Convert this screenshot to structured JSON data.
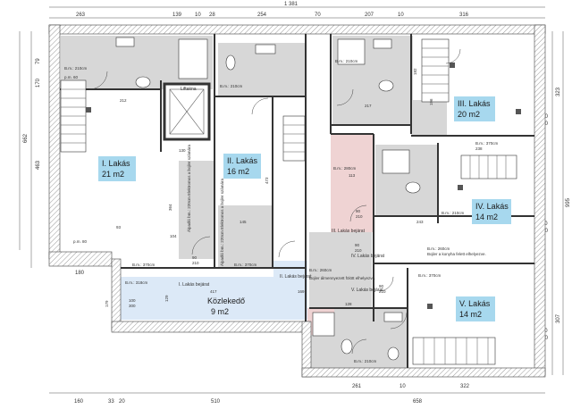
{
  "dims_top": [
    "1 381",
    "263",
    "139",
    "10",
    "28",
    "254",
    "70",
    "207",
    "10",
    "316"
  ],
  "dims_bottom": [
    "160",
    "33",
    "20",
    "510",
    "261",
    "10",
    "658",
    "322"
  ],
  "dims_left": [
    "79",
    "463",
    "662",
    "170",
    "180"
  ],
  "dims_right": [
    "323",
    "180",
    "230",
    "995",
    "110",
    "230",
    "307",
    "110",
    "230"
  ],
  "apartments": [
    {
      "name": "I. Lakás",
      "area": "21 m2"
    },
    {
      "name": "II. Lakás",
      "area": "16 m2"
    },
    {
      "name": "III. Lakás",
      "area": "20 m2"
    },
    {
      "name": "IV. Lakás",
      "area": "14 m2"
    },
    {
      "name": "V. Lakás",
      "area": "14 m2"
    }
  ],
  "corridor": {
    "name": "Közlekedő",
    "area": "9 m2"
  },
  "entrances": [
    "I. Lakás bejárat",
    "II. Lakás bejárat",
    "III. Lakás bejárat",
    "IV. Lakás bejárat",
    "V. Lakás bejárat"
  ],
  "labels": {
    "lift": "Liftakna",
    "bm210": "B.m.: 210cm",
    "bm370": "B.m.: 370cm",
    "bm280": "B.m.: 280cm",
    "bm260": "B.m.: 260cm",
    "bm318": "B.m.: 318cm",
    "pm60": "p.m. 60",
    "pm80": "p.m. 80",
    "boiler_note_1": "B.m.: 260cm",
    "boiler_note_2": "Bojler a konyha felett elhelyezve.",
    "boiler_note_3": "Bojler álmennyezett fölött elhelyezve.",
    "kitchen_note_1": "Álpadló bm.: 220cm Elektromos a bojler számára",
    "kitchen_note_2": "Álpadló bm.: 220cm Elektromos a bojler számára",
    "w90": "90",
    "h210": "210",
    "d417": "417",
    "d169": "169",
    "d129": "129",
    "d128": "128",
    "d100": "100",
    "d300": "300",
    "d179": "179",
    "d93": "93",
    "d130": "130",
    "d104": "104",
    "d212": "212",
    "d364": "364",
    "d473": "473",
    "d145": "145",
    "d113": "113",
    "d238": "238",
    "d243": "243",
    "d196": "196",
    "d182": "182",
    "d217": "217"
  },
  "colors": {
    "wall_hatch": "#c8c8c8",
    "wet_floor": "#d7d7d7",
    "corridor_fill": "#dce9f7",
    "pink_fill": "#efd3d3",
    "label_fill": "#a7d8ee"
  }
}
